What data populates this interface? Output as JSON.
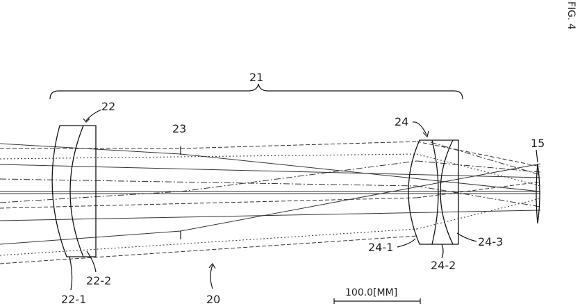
{
  "figure": {
    "title": "FIG. 4",
    "labels": {
      "system": "20",
      "group": "21",
      "lens_group_front": "22",
      "lens_22_1": "22-1",
      "lens_22_2": "22-2",
      "stop": "23",
      "lens_group_rear": "24",
      "lens_24_1": "24-1",
      "lens_24_2": "24-2",
      "lens_24_3": "24-3",
      "image_plane": "15"
    },
    "scale_bar": "100.0[MM]"
  }
}
